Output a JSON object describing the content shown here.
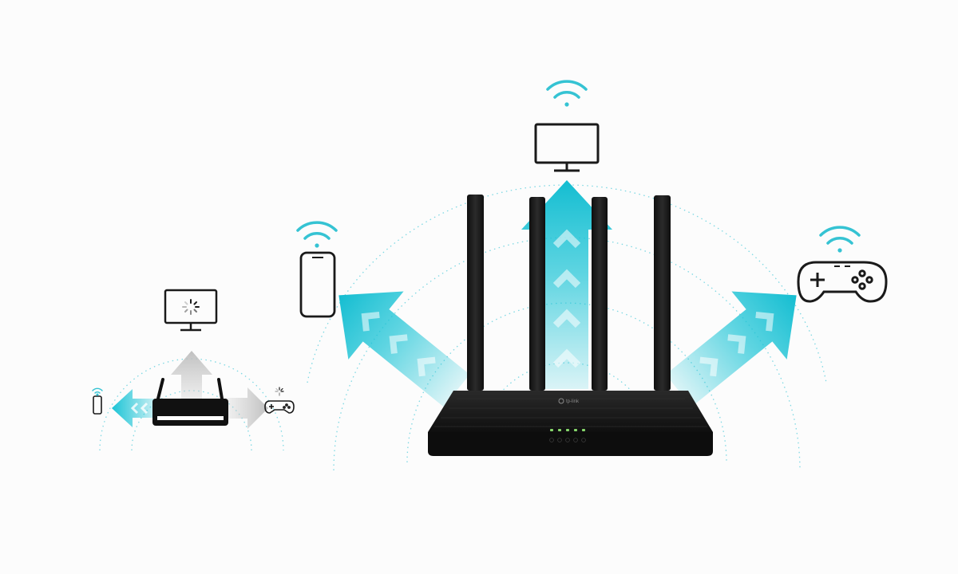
{
  "colors": {
    "background": "#fcfcfc",
    "beam": "#1bc4d6",
    "beam_light": "#d3f3f7",
    "wifi": "#35c3d3",
    "ring": "#7ed8e3",
    "icon_stroke": "#1a1a1a",
    "router_body": "#151515",
    "led": "#86d66b",
    "old_beam": "#c9c9c9"
  },
  "scene": {
    "left_group": {
      "devices": [
        "monitor-icon",
        "phone-icon",
        "gamepad-icon"
      ],
      "state": "loading-spinner-icon"
    },
    "right_group": {
      "devices": [
        "monitor-icon",
        "phone-icon",
        "gamepad-icon"
      ],
      "signal": "wifi-icon"
    },
    "router": {
      "brand": "tp-link",
      "antennas": 4,
      "indicator_leds": 5
    }
  }
}
